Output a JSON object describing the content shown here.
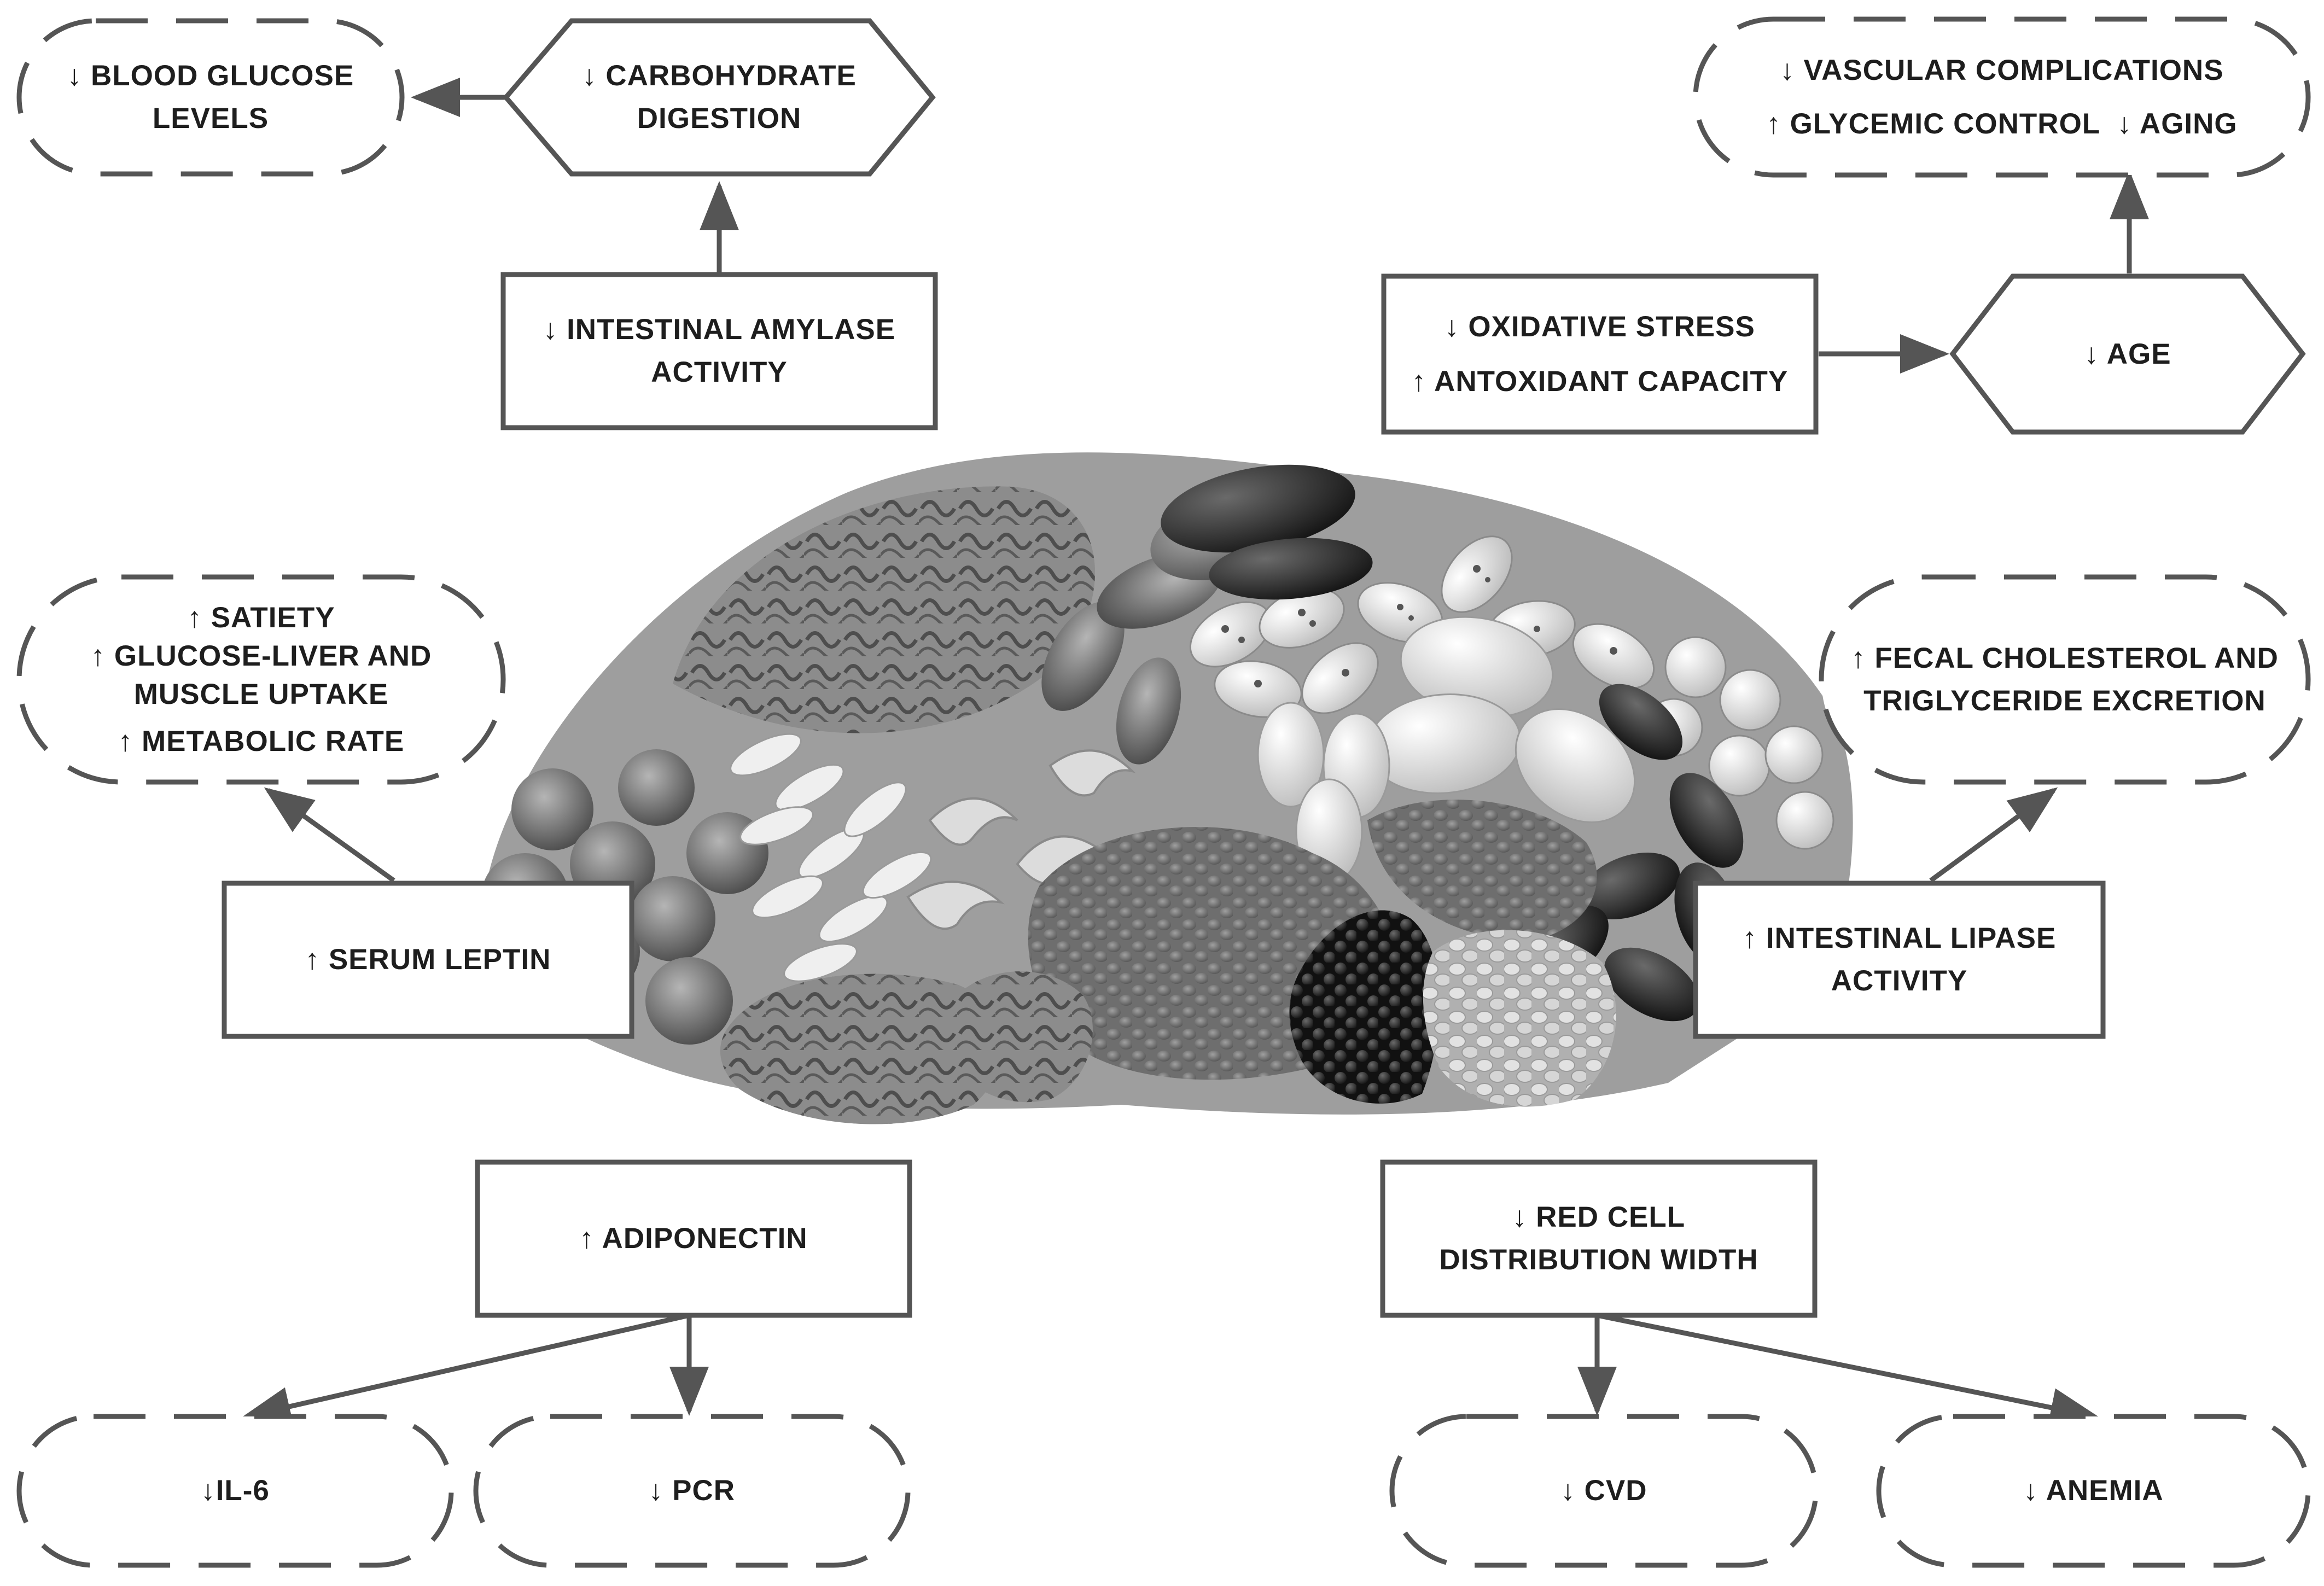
{
  "nodes": {
    "blood_glucose": [
      "↓ BLOOD GLUCOSE",
      "LEVELS"
    ],
    "carb_digestion": [
      "↓ CARBOHYDRATE",
      "DIGESTION"
    ],
    "amylase": [
      "↓ INTESTINAL AMYLASE",
      "ACTIVITY"
    ],
    "vascular": [
      "↓ VASCULAR COMPLICATIONS",
      "↑ GLYCEMIC CONTROL  ↓ AGING"
    ],
    "oxidative": [
      "↓ OXIDATIVE STRESS",
      "↑ ANTOXIDANT CAPACITY"
    ],
    "age": [
      "↓ AGE"
    ],
    "satiety": [
      "↑ SATIETY",
      "↑ GLUCOSE-LIVER AND",
      "MUSCLE UPTAKE",
      "↑ METABOLIC RATE"
    ],
    "leptin": [
      "↑ SERUM LEPTIN"
    ],
    "fecal": [
      "↑ FECAL CHOLESTEROL AND",
      "TRIGLYCERIDE EXCRETION"
    ],
    "lipase": [
      "↑ INTESTINAL LIPASE",
      "ACTIVITY"
    ],
    "adiponectin": [
      "↑ ADIPONECTIN"
    ],
    "rdw": [
      "↓ RED CELL",
      "DISTRIBUTION WIDTH"
    ],
    "il6": [
      "↓IL-6"
    ],
    "pcr": [
      "↓ PCR"
    ],
    "cvd": [
      "↓ CVD"
    ],
    "anemia": [
      "↓ ANEMIA"
    ]
  },
  "colors": {
    "stroke": "#555555",
    "text": "#1e1e1e",
    "food_dark": "#3a3a3a",
    "food_mid": "#8a8a8a",
    "food_light": "#d8d8d8"
  },
  "illustration": "nuts-and-legumes-image"
}
